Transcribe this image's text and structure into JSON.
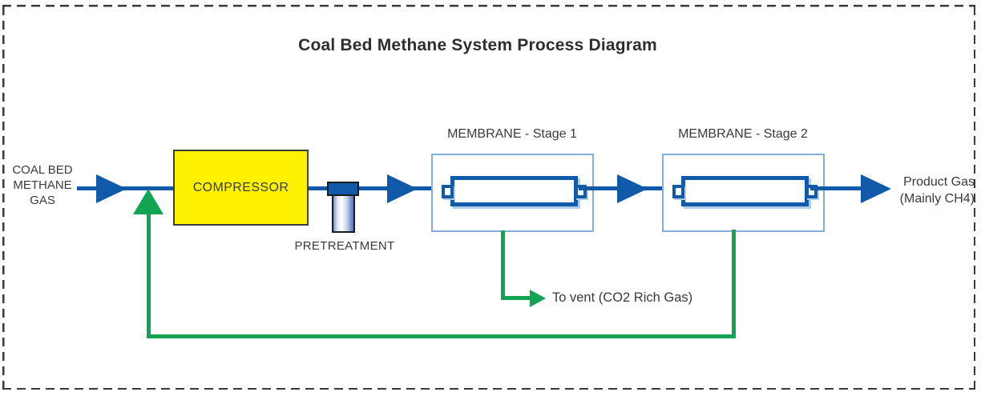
{
  "diagram": {
    "title": "Coal Bed Methane System Process Diagram",
    "feed_label": "COAL BED\nMETHANE\nGAS",
    "compressor_label": "COMPRESSOR",
    "pretreatment_label": "PRETREATMENT",
    "membrane_stage1_label": "MEMBRANE - Stage 1",
    "membrane_stage2_label": "MEMBRANE - Stage 2",
    "vent_label": "To vent (CO2 Rich Gas)",
    "product_label": "Product Gas\n(Mainly CH4)",
    "colors": {
      "pipe_blue": "#1159A9",
      "recycle_green": "#12A452",
      "compressor_yellow": "#FFF200",
      "membrane_box_border": "#86AEDA",
      "module_shadow_blue": "#AECBE9",
      "text": "#3A3A3A",
      "frame_dash": "#3A3A3A"
    }
  }
}
